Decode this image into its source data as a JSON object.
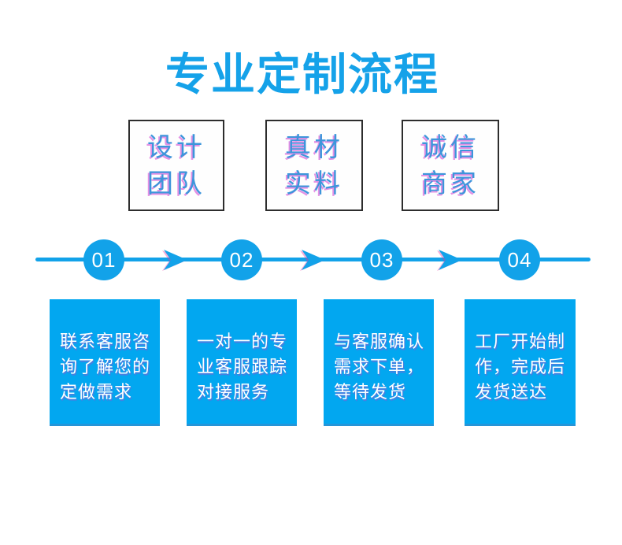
{
  "title": {
    "text": "专业定制流程"
  },
  "colors": {
    "title_blue": "#15A2E9",
    "box_blue": "#02A7F0",
    "timeline_blue": "#12A2E9",
    "feature_text_blue": "#3D95DB",
    "feature_text_fringe": "#CD37CD",
    "feature_border": "#2d2d2d",
    "step_text": "#ffffff"
  },
  "features": [
    {
      "line1": "设计",
      "line2": "团队"
    },
    {
      "line1": "真材",
      "line2": "实料"
    },
    {
      "line1": "诚信",
      "line2": "商家"
    }
  ],
  "timeline": {
    "steps": [
      "01",
      "02",
      "03",
      "04"
    ]
  },
  "steps": [
    {
      "lines": [
        "联系客服咨",
        "询了解您的",
        "定做需求"
      ]
    },
    {
      "lines": [
        "一对一的专",
        "业客服跟踪",
        "对接服务"
      ]
    },
    {
      "lines": [
        "与客服确认",
        "需求下单，",
        "等待发货"
      ]
    },
    {
      "lines": [
        "工厂开始制",
        "作，完成后",
        "发货送达"
      ]
    }
  ]
}
